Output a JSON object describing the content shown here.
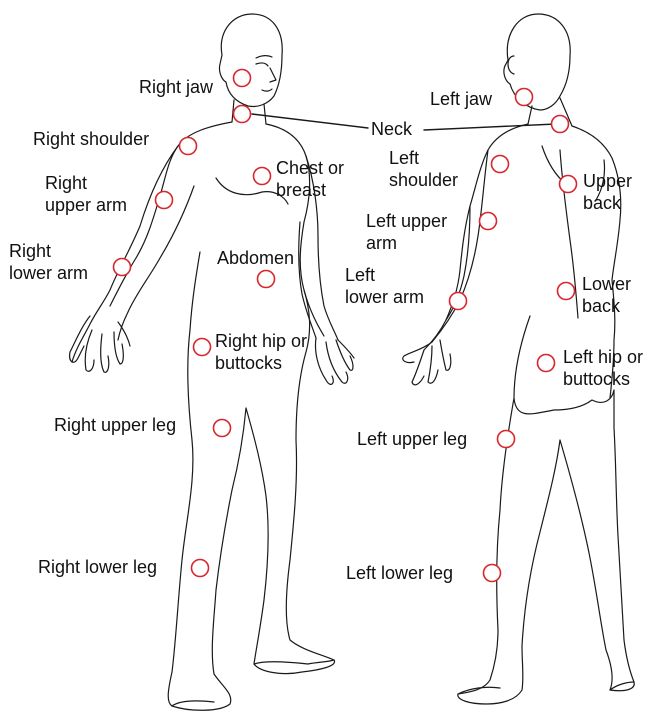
{
  "colors": {
    "marker": "#d9262c",
    "outline": "#1a1a1a",
    "text": "#111111"
  },
  "labels": {
    "right_jaw": "Right jaw",
    "neck": "Neck",
    "right_shoulder": "Right shoulder",
    "chest_1": "Chest or",
    "chest_2": "breast",
    "right_upper_arm_1": "Right",
    "right_upper_arm_2": "upper arm",
    "right_lower_arm_1": "Right",
    "right_lower_arm_2": "lower arm",
    "abdomen": "Abdomen",
    "right_hip_1": "Right hip or",
    "right_hip_2": "buttocks",
    "right_upper_leg": "Right upper leg",
    "right_lower_leg": "Right lower leg",
    "left_jaw": "Left jaw",
    "left_shoulder_1": "Left",
    "left_shoulder_2": "shoulder",
    "upper_back_1": "Upper",
    "upper_back_2": "back",
    "left_upper_arm_1": "Left upper",
    "left_upper_arm_2": "arm",
    "left_lower_arm_1": "Left",
    "left_lower_arm_2": "lower arm",
    "lower_back_1": "Lower",
    "lower_back_2": "back",
    "left_hip_1": "Left hip or",
    "left_hip_2": "buttocks",
    "left_upper_leg": "Left upper leg",
    "left_lower_leg": "Left lower leg"
  }
}
